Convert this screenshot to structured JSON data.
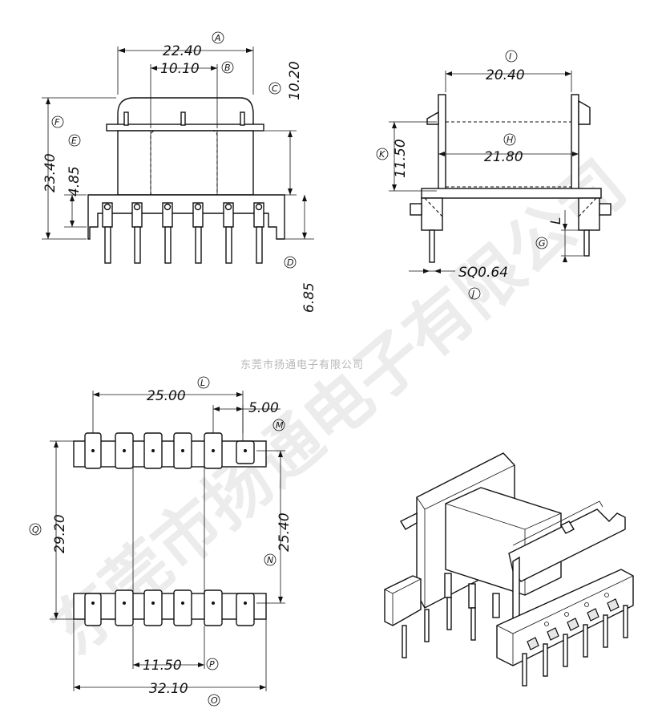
{
  "watermark": {
    "small": "东莞市扬通电子有限公司",
    "big": "东莞市扬通电子有限公司"
  },
  "front_view": {
    "A": {
      "value": "22.40",
      "letter": "A"
    },
    "B": {
      "value": "10.10",
      "letter": "B"
    },
    "C": {
      "value": "10.20",
      "letter": "C"
    },
    "D": {
      "value": "6.85",
      "letter": "D"
    },
    "E": {
      "value": "4.85",
      "letter": "E"
    },
    "F": {
      "value": "23.40",
      "letter": "F"
    }
  },
  "side_view": {
    "I": {
      "value": "20.40",
      "letter": "I"
    },
    "H": {
      "value": "21.80",
      "letter": "H"
    },
    "K": {
      "value": "11.50",
      "letter": "K"
    },
    "G": {
      "value": "L",
      "letter": "G"
    },
    "J": {
      "value": "SQ0.64",
      "letter": "J"
    }
  },
  "bottom_view": {
    "L": {
      "value": "25.00",
      "letter": "L"
    },
    "M": {
      "value": "5.00",
      "letter": "M"
    },
    "N": {
      "value": "25.40",
      "letter": "N"
    },
    "Q": {
      "value": "29.20",
      "letter": "Q"
    },
    "P": {
      "value": "11.50",
      "letter": "P"
    },
    "O": {
      "value": "32.10",
      "letter": "O"
    }
  }
}
